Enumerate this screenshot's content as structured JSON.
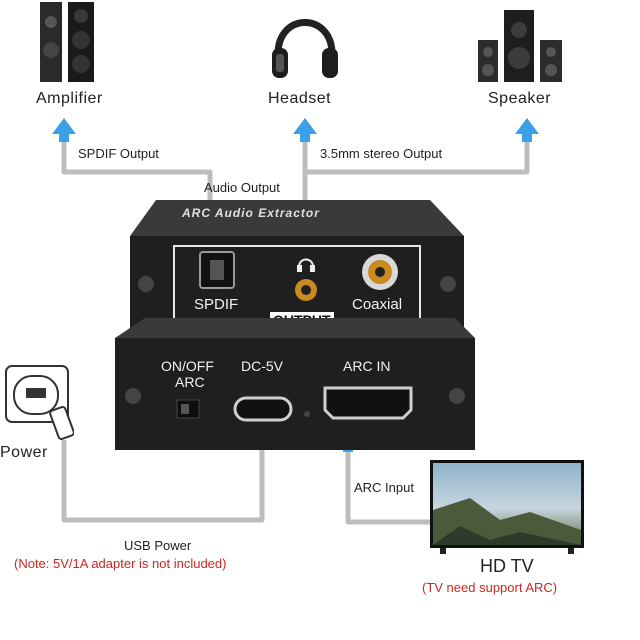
{
  "devices": {
    "amplifier": "Amplifier",
    "headset": "Headset",
    "speaker": "Speaker",
    "power": "Power",
    "tv": "HD TV"
  },
  "lines": {
    "spdif_output": "SPDIF Output",
    "stereo_output": "3.5mm stereo Output",
    "audio_output": "Audio Output",
    "arc_input": "ARC Input",
    "usb_power": "USB Power"
  },
  "notes": {
    "adapter_note": "(Note: 5V/1A adapter is not included)",
    "tv_note": "(TV need support ARC)"
  },
  "box": {
    "brand_text": "ARC Audio Extractor",
    "spdif": "SPDIF",
    "coaxial": "Coaxial",
    "output": "OUTPUT",
    "onoff": "ON/OFF",
    "arc": "ARC",
    "dc": "DC-5V",
    "arc_in": "ARC IN"
  },
  "colors": {
    "arrow_blue": "#3aa0e8",
    "line_gray": "#bdbdbd",
    "note_red": "#d0261f",
    "device_dark": "#1e1e1e"
  }
}
